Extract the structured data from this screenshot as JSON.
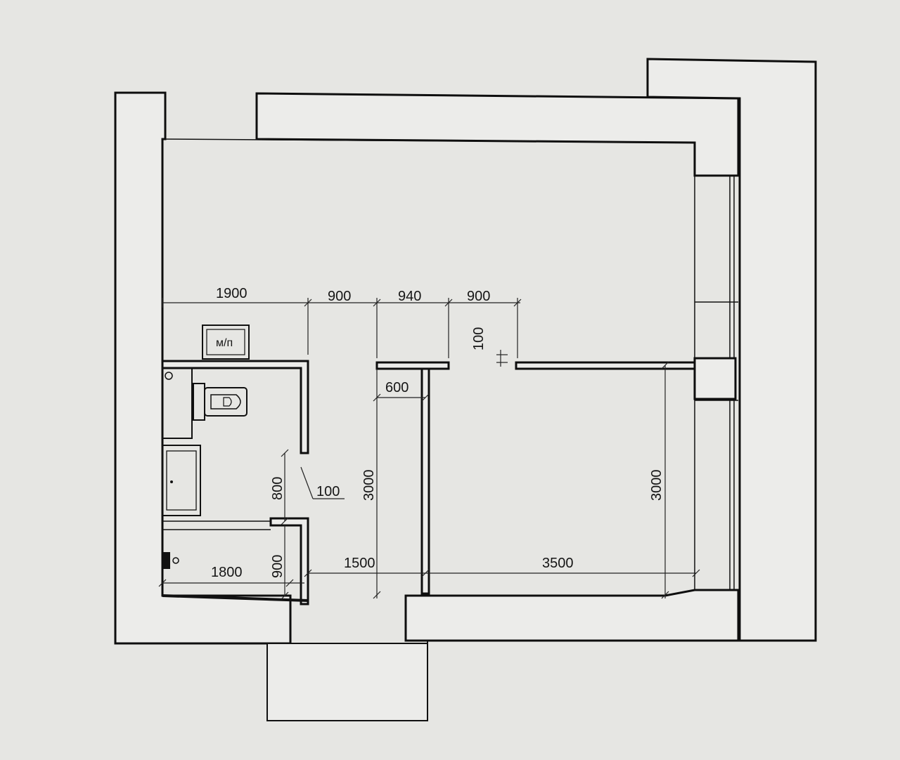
{
  "dimensions": {
    "d1900": "1900",
    "d900_a": "900",
    "d940": "940",
    "d900_b": "900",
    "d100_top": "100",
    "d600": "600",
    "d3000_left": "3000",
    "d3000_right": "3000",
    "d800": "800",
    "d100_side": "100",
    "d900_side": "900",
    "d1800": "1800",
    "d1500": "1500",
    "d3500": "3500"
  },
  "labels": {
    "washer": "м/п"
  },
  "colors": {
    "background": "#e6e6e3",
    "wall_fill": "#ececea",
    "line": "#0e0e0e"
  },
  "icons": {
    "toilet": "toilet-icon",
    "sink": "sink-icon",
    "bathtub": "bathtub-icon",
    "faucet": "faucet-icon",
    "riser": "riser-icon"
  }
}
